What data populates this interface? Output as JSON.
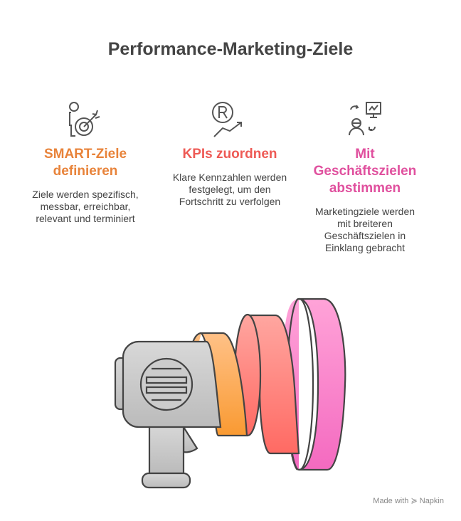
{
  "title": "Performance-Marketing-Ziele",
  "items": [
    {
      "heading": "SMART-Ziele definieren",
      "description": "Ziele werden spezifisch, messbar, erreichbar, relevant und terminiert",
      "color": "#E8833A",
      "icon": "person-target-icon"
    },
    {
      "heading": "KPIs zuordnen",
      "description": "Klare Kennzahlen werden festgelegt, um den Fortschritt zu verfolgen",
      "color": "#EE5A55",
      "icon": "registered-trend-icon"
    },
    {
      "heading": "Mit Geschäftszielen abstimmen",
      "description": "Marketingziele werden mit breiteren Geschäftszielen in Einklang gebracht",
      "color": "#E0509E",
      "icon": "person-presentation-icon"
    }
  ],
  "footer": "Made with ≽ Napkin"
}
